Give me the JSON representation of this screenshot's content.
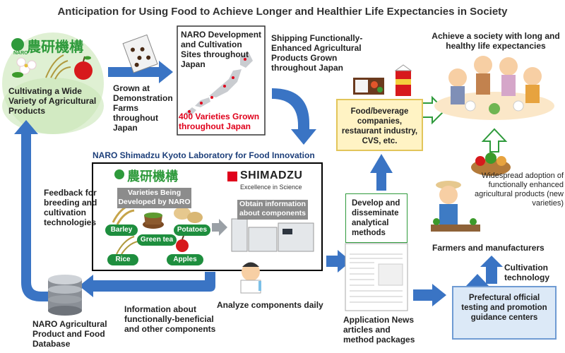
{
  "title": "Anticipation for Using Food to Achieve Longer and Healthier Life Expectancies in Society",
  "naro_logo": {
    "text": "農研機構",
    "small": "NARO"
  },
  "cultivating": "Cultivating a Wide Variety of Agricultural Products",
  "grown_demo": "Grown at Demonstration Farms throughout Japan",
  "naro_sites": {
    "title": "NARO Development and Cultivation Sites throughout Japan",
    "varieties": "400 Varieties Grown throughout Japan"
  },
  "shipping": "Shipping Functionally-Enhanced Agricultural Products Grown throughout Japan",
  "society": "Achieve a society with long and healthy life expectancies",
  "food_companies": "Food/beverage companies, restaurant industry, CVS, etc.",
  "lab_title": "NARO Shimadzu Kyoto Laboratory for Food Innovation",
  "varieties_banner": "Varieties Being Developed by NARO",
  "crops": [
    "Barley",
    "Green tea",
    "Potatoes",
    "Rice",
    "Apples"
  ],
  "shimadzu": {
    "name": "SHIMADZU",
    "tagline": "Excellence in Science"
  },
  "obtain_info": "Obtain information about components",
  "analyze_daily": "Analyze components daily",
  "develop": "Develop and disseminate analytical methods",
  "widespread": "Widespread adoption of functionally enhanced agricultural products (new varieties)",
  "farmers": "Farmers and manufacturers",
  "cultivation_tech": "Cultivation technology",
  "feedback": "Feedback for breeding and cultivation technologies",
  "database": "NARO Agricultural Product and Food Database",
  "info_about": "Information about functionally-beneficial and other components",
  "application": "Application News articles and method packages",
  "prefectural": "Prefectural official testing and promotion guidance centers",
  "colors": {
    "arrow_blue": "#3a74c4",
    "logo_green": "#2e9a3b",
    "red_text": "#e0001b",
    "yellow_box": "#fff3c4",
    "lightblue_box": "#dce9f7"
  }
}
